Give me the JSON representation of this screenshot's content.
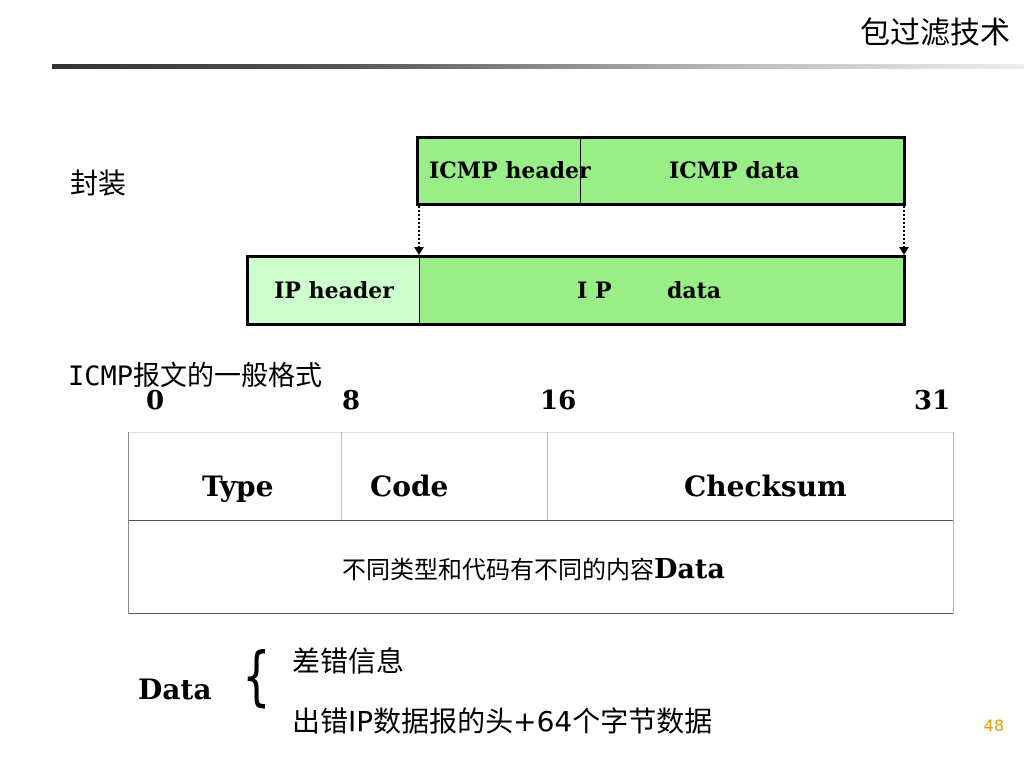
{
  "slide": {
    "title": "包过滤技术",
    "page_number": "48"
  },
  "encapsulation": {
    "label": "封装",
    "icmp_header": "ICMP header",
    "icmp_data": "ICMP data",
    "ip_header": "IP header",
    "ip_data_1": "I P",
    "ip_data_2": "data"
  },
  "format": {
    "heading": "ICMP报文的一般格式",
    "bits": [
      "0",
      "8",
      "16",
      "31"
    ],
    "type_label": "Type",
    "code_label": "Code",
    "checksum_label": "Checksum",
    "data_row_text": "不同类型和代码有不同的内容",
    "data_row_suffix": "Data"
  },
  "data_note": {
    "label": "Data",
    "brace": "{",
    "items": [
      "差错信息",
      "出错IP数据报的头+64个字节数据"
    ]
  },
  "colors": {
    "box_fill": "#99ee88",
    "ip_header_fill": "#ccffcc",
    "page_number": "#e0a000"
  }
}
